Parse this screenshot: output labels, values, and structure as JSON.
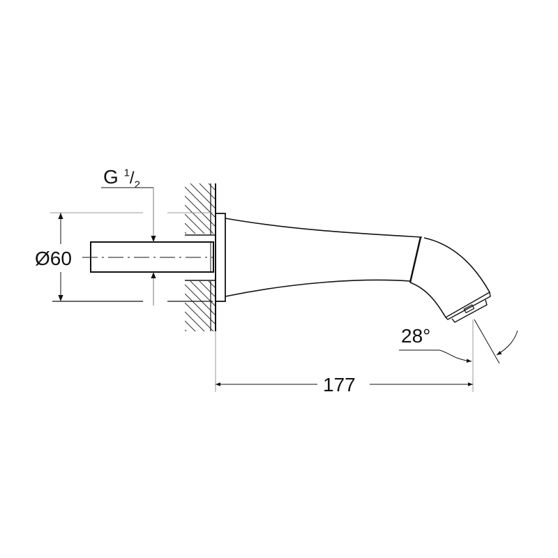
{
  "drawing": {
    "thread_label": "G",
    "thread_fraction_num": "1",
    "thread_fraction_den": "2",
    "diameter_label": "Ø60",
    "length_label": "177",
    "angle_label": "28°",
    "line_color": "#111111",
    "thin_color": "#777777"
  }
}
